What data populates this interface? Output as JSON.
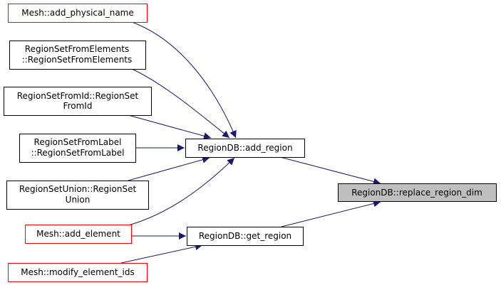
{
  "colors": {
    "edge": "#191970",
    "focus_fill": "#bfbfbf",
    "link_border": "#ff0000"
  },
  "nodes": {
    "add_physical_name": {
      "lines": [
        "Mesh::add_physical_name"
      ]
    },
    "region_set_from_elements": {
      "lines": [
        "RegionSetFromElements",
        "::RegionSetFromElements"
      ]
    },
    "region_set_from_id": {
      "lines": [
        "RegionSetFromId::RegionSet",
        "FromId"
      ]
    },
    "region_set_from_label": {
      "lines": [
        "RegionSetFromLabel",
        "::RegionSetFromLabel"
      ]
    },
    "region_set_union": {
      "lines": [
        "RegionSetUnion::RegionSet",
        "Union"
      ]
    },
    "add_element": {
      "lines": [
        "Mesh::add_element"
      ]
    },
    "modify_element_ids": {
      "lines": [
        "Mesh::modify_element_ids"
      ]
    },
    "add_region": {
      "lines": [
        "RegionDB::add_region"
      ]
    },
    "get_region": {
      "lines": [
        "RegionDB::get_region"
      ]
    },
    "replace_region_dim": {
      "lines": [
        "RegionDB::replace_region_dim"
      ]
    }
  }
}
